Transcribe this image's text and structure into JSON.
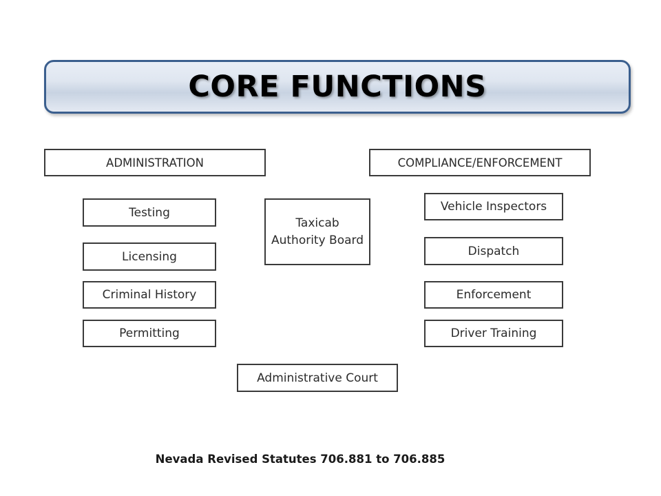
{
  "banner": {
    "title": "CORE FUNCTIONS"
  },
  "columns": {
    "administration": {
      "header": "ADMINISTRATION",
      "items": [
        "Testing",
        "Licensing",
        "Criminal History",
        "Permitting"
      ]
    },
    "compliance": {
      "header": "COMPLIANCE/ENFORCEMENT",
      "items": [
        "Vehicle Inspectors",
        "Dispatch",
        "Enforcement",
        "Driver Training"
      ]
    }
  },
  "center": {
    "board": "Taxicab Authority Board",
    "court": "Administrative Court"
  },
  "footer": {
    "note": "Nevada Revised Statutes 706.881 to 706.885"
  }
}
